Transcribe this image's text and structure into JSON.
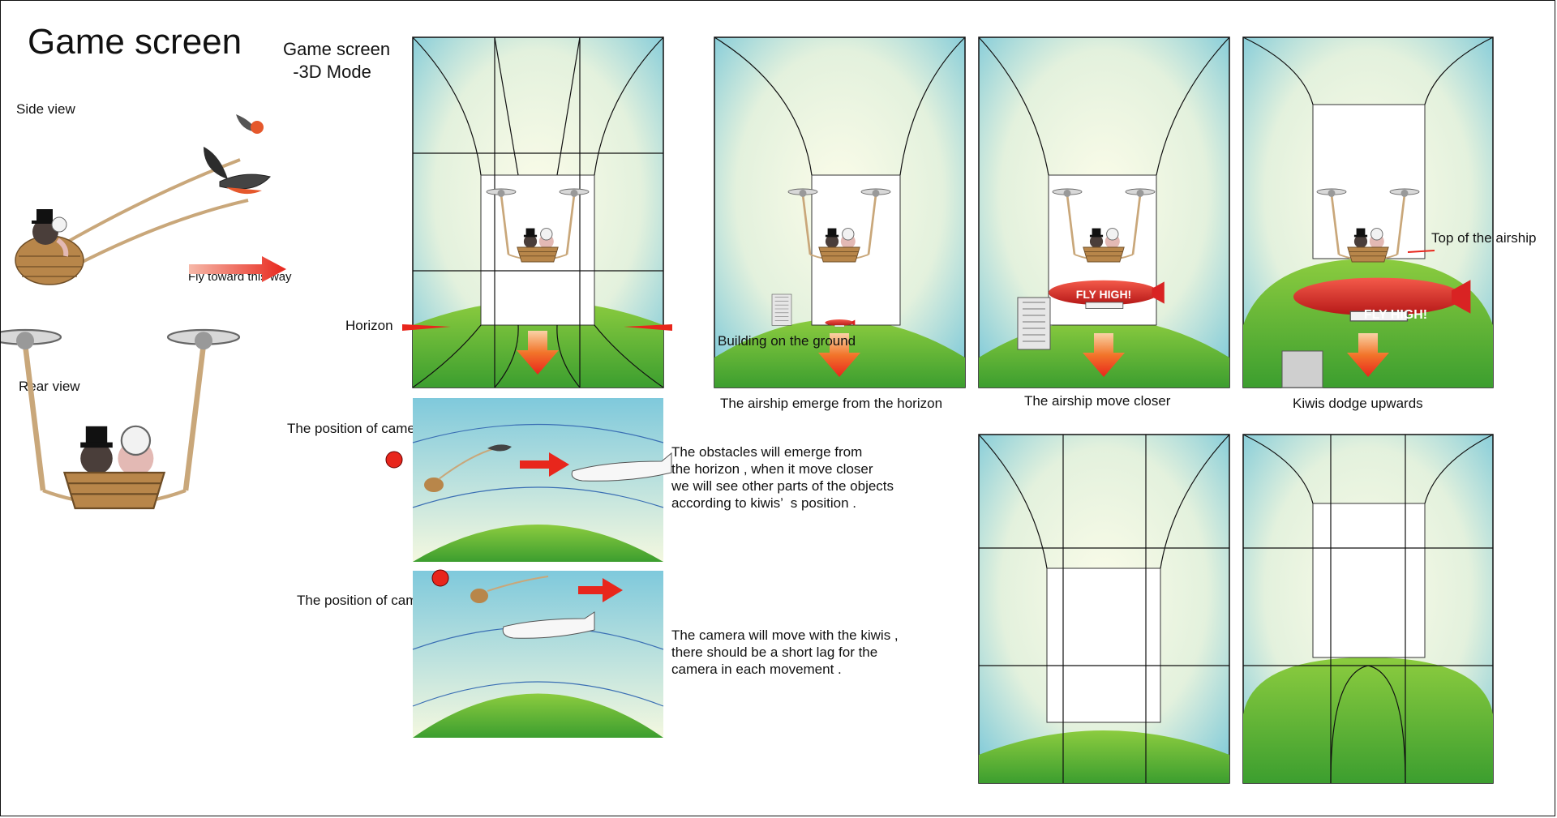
{
  "heading": {
    "title": "Game screen",
    "subtitle": "Game screen\n  -3D Mode"
  },
  "views": {
    "side_view": "Side view",
    "fly_toward": "Fly toward this way",
    "rear_view": "Rear view"
  },
  "labels": {
    "horizon": "Horizon",
    "camera_position_1": "The position of camera",
    "camera_position_2": "The position of camera",
    "building": "Building on the ground",
    "top_of_airship": "Top of the airship",
    "airship_text": "FLY HIGH!"
  },
  "captions": {
    "emerge": "The airship emerge from the horizon",
    "closer": "The airship move closer",
    "dodge": "Kiwis dodge upwards"
  },
  "notes": {
    "obstacles": "The obstacles will emerge from\nthe horizon , when it move closer\nwe will see other parts of the objects\naccording to kiwis’  s position .",
    "camera": "The camera will move with the kiwis ,\nthere should be a short lag for the\ncamera in each movement ."
  },
  "colors": {
    "sky_top": "#7fc9dc",
    "sky_bottom": "#f4f8df",
    "ground": "#5bb23a",
    "arrow": "#e8261c",
    "airship": "#d92323",
    "basket": "#b8864a"
  }
}
